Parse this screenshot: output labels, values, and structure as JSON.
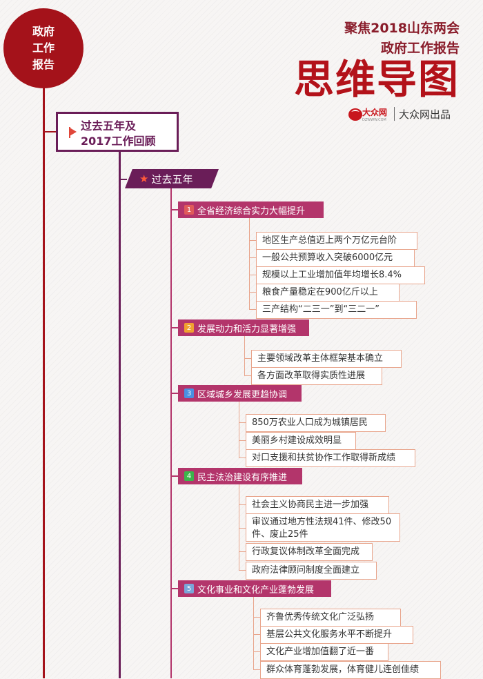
{
  "root": {
    "title_lines": [
      "政府",
      "工作",
      "报告"
    ]
  },
  "header": {
    "line1": "聚焦2018山东两会",
    "line2": "政府工作报告",
    "main": "思维导图",
    "logo_glyph": "大众网",
    "logo_url": "DZWWW.COM",
    "publisher": "大众网出品"
  },
  "section": {
    "title_lines": [
      "过去五年及",
      "2017工作回顾"
    ]
  },
  "subsection": {
    "label": "过去五年"
  },
  "colors": {
    "root": "#a4121a",
    "section": "#6a1d58",
    "topic": "#b3356b",
    "leaf_border": "#e8a48b"
  },
  "topics": [
    {
      "num": "1",
      "num_color": "#e05a5a",
      "label": "全省经济综合实力大幅提升",
      "items": [
        "地区生产总值迈上两个万亿元台阶",
        "一般公共预算收入突破6000亿元",
        "规模以上工业增加值年均增长8.4%",
        "粮食产量稳定在900亿斤以上",
        "三产结构“二三一”到“三二一”"
      ]
    },
    {
      "num": "2",
      "num_color": "#f0a030",
      "label": "发展动力和活力显著增强",
      "items": [
        "主要领域改革主体框架基本确立",
        "各方面改革取得实质性进展"
      ]
    },
    {
      "num": "3",
      "num_color": "#4a90e2",
      "label": "区域城乡发展更趋协调",
      "items": [
        "850万农业人口成为城镇居民",
        "美丽乡村建设成效明显",
        "对口支援和扶贫协作工作取得新成绩"
      ]
    },
    {
      "num": "4",
      "num_color": "#3cb44b",
      "label": "民主法治建设有序推进",
      "items": [
        "社会主义协商民主进一步加强",
        "审议通过地方性法规41件、修改50件、废止25件",
        "行政复议体制改革全面完成",
        "政府法律顾问制度全面建立"
      ]
    },
    {
      "num": "5",
      "num_color": "#7aa6d8",
      "label": "文化事业和文化产业蓬勃发展",
      "items": [
        "齐鲁优秀传统文化广泛弘扬",
        "基层公共文化服务水平不断提升",
        "文化产业增加值翻了近一番",
        "群众体育蓬勃发展，体育健儿连创佳绩"
      ]
    }
  ]
}
